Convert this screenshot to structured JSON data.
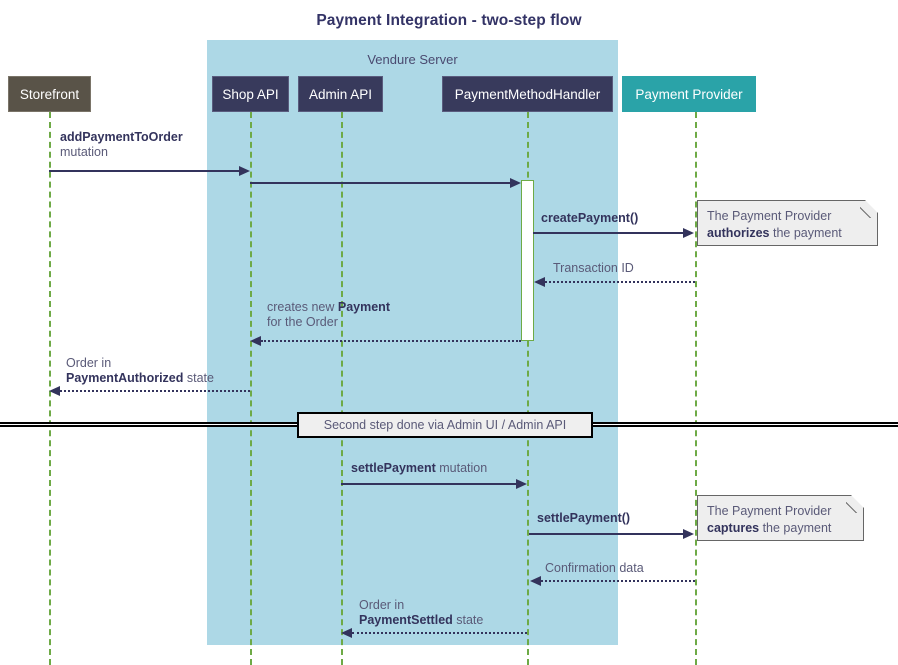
{
  "title": "Payment Integration - two-step flow",
  "group": {
    "label": "Vendure Server",
    "color": "#add8e6"
  },
  "participants": [
    {
      "id": "storefront",
      "label": "Storefront",
      "color": "#595348"
    },
    {
      "id": "shop-api",
      "label": "Shop API",
      "color": "#383A5C"
    },
    {
      "id": "admin-api",
      "label": "Admin API",
      "color": "#383A5C"
    },
    {
      "id": "payment-method-handler",
      "label": "PaymentMethodHandler",
      "color": "#383A5C"
    },
    {
      "id": "payment-provider",
      "label": "Payment Provider",
      "color": "#2AA3A8"
    }
  ],
  "messages": [
    {
      "id": "add-payment-to-order",
      "from": "storefront",
      "to": "shop-api",
      "style": "solid",
      "label_bold": "addPaymentToOrder",
      "label_rest": "",
      "label_line2": "mutation"
    },
    {
      "id": "shop-api-to-handler",
      "from": "shop-api",
      "to": "payment-method-handler",
      "style": "solid",
      "label_bold": "",
      "label_rest": ""
    },
    {
      "id": "create-payment",
      "from": "payment-method-handler",
      "to": "payment-provider",
      "style": "solid",
      "label_bold": "createPayment()",
      "label_rest": ""
    },
    {
      "id": "transaction-id",
      "from": "payment-provider",
      "to": "payment-method-handler",
      "style": "dotted",
      "label_bold": "",
      "label_rest": "Transaction ID"
    },
    {
      "id": "creates-new-payment",
      "from": "payment-method-handler",
      "to": "shop-api",
      "style": "dotted",
      "label_pre": "creates new ",
      "label_bold": "Payment",
      "label_line2": "for the Order"
    },
    {
      "id": "order-payment-authorized",
      "from": "shop-api",
      "to": "storefront",
      "style": "dotted",
      "label_line1": "Order in",
      "label_bold": "PaymentAuthorized",
      "label_post": " state"
    },
    {
      "id": "settle-payment-mutation",
      "from": "admin-api",
      "to": "payment-method-handler",
      "style": "solid",
      "label_bold": "settlePayment",
      "label_post": " mutation"
    },
    {
      "id": "settle-payment-call",
      "from": "payment-method-handler",
      "to": "payment-provider",
      "style": "solid",
      "label_bold": "settlePayment()",
      "label_post": ""
    },
    {
      "id": "confirmation-data",
      "from": "payment-provider",
      "to": "payment-method-handler",
      "style": "dotted",
      "label_rest": "Confirmation data"
    },
    {
      "id": "order-payment-settled",
      "from": "payment-method-handler",
      "to": "admin-api",
      "style": "dotted",
      "label_line1": "Order in",
      "label_bold": "PaymentSettled",
      "label_post": " state"
    }
  ],
  "notes": [
    {
      "id": "note-authorizes",
      "line1": "The Payment Provider",
      "bold": "authorizes",
      "line2_rest": " the payment"
    },
    {
      "id": "note-captures",
      "line1": "The Payment Provider",
      "bold": "captures",
      "line2_rest": " the payment"
    }
  ],
  "divider": {
    "label": "Second step done via Admin UI / Admin API"
  }
}
